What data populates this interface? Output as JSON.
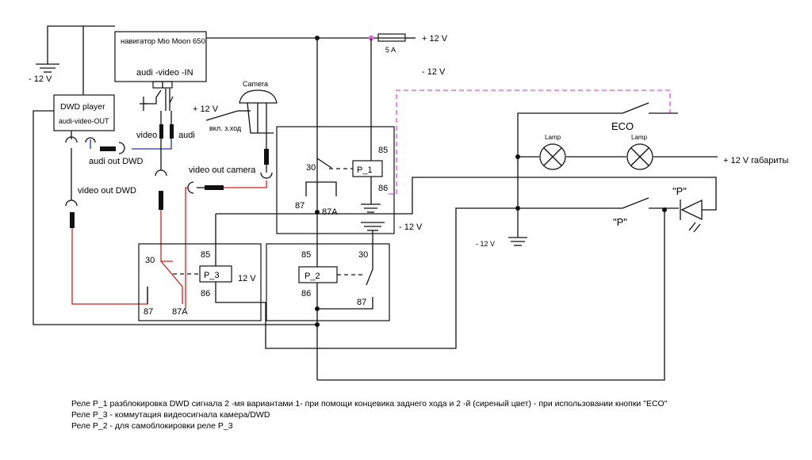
{
  "colors": {
    "wire": "#111111",
    "video": "#d42020",
    "audio": "#1f2fd0",
    "eco_line": "#e070e0"
  },
  "labels": {
    "navigator": "навигатор Mio Moon 650",
    "nav_in": "audi -video -IN",
    "dwd": "DWD player",
    "dwd_out": "audi-video-OUT",
    "camera": "Camera",
    "plus12_cam": "+ 12 V",
    "reverse_sw": "вкл. з.ход",
    "video": "video",
    "audi": "audi",
    "audi_out": "audi out DWD",
    "video_out_cam": "video out camera",
    "video_out_dwd": "video out DWD",
    "minus12_left": "- 12 V",
    "fuse_rating": "5 A",
    "plus12_top": "+ 12 V",
    "minus12_eco": "- 12 V",
    "eco": "ECO",
    "lamp": "Lamp",
    "lamp2": "Lamp",
    "plus12_gab": "+ 12 V габариты",
    "p_quote_top": "\"P\"",
    "p_quote_sw": "\"P\"",
    "minus12_mid": "- 12 V",
    "minus12_p2": "- 12 V",
    "v12_p3": "12 V"
  },
  "relays": {
    "p1": {
      "name": "P_1",
      "t30": "30",
      "t85": "85",
      "t86": "86",
      "t87": "87",
      "t87a": "87A"
    },
    "p2": {
      "name": "P_2",
      "t30": "30",
      "t85": "85",
      "t86": "86",
      "t87": "87"
    },
    "p3": {
      "name": "P_3",
      "t30": "30",
      "t85": "85",
      "t86": "86",
      "t87": "87",
      "t87a": "87A"
    }
  },
  "notes": [
    "Реле P_1 разблокировка DWD сигнала 2 -мя вариантами 1- при помощи концевика  заднего хода и 2 -й (сиреный цвет) - при использовании кнопки \"ECO\"",
    "Реле P_3 - коммутация видеосигнала камера/DWD",
    "Реле P_2 - для самоблокировки реле P_3"
  ]
}
